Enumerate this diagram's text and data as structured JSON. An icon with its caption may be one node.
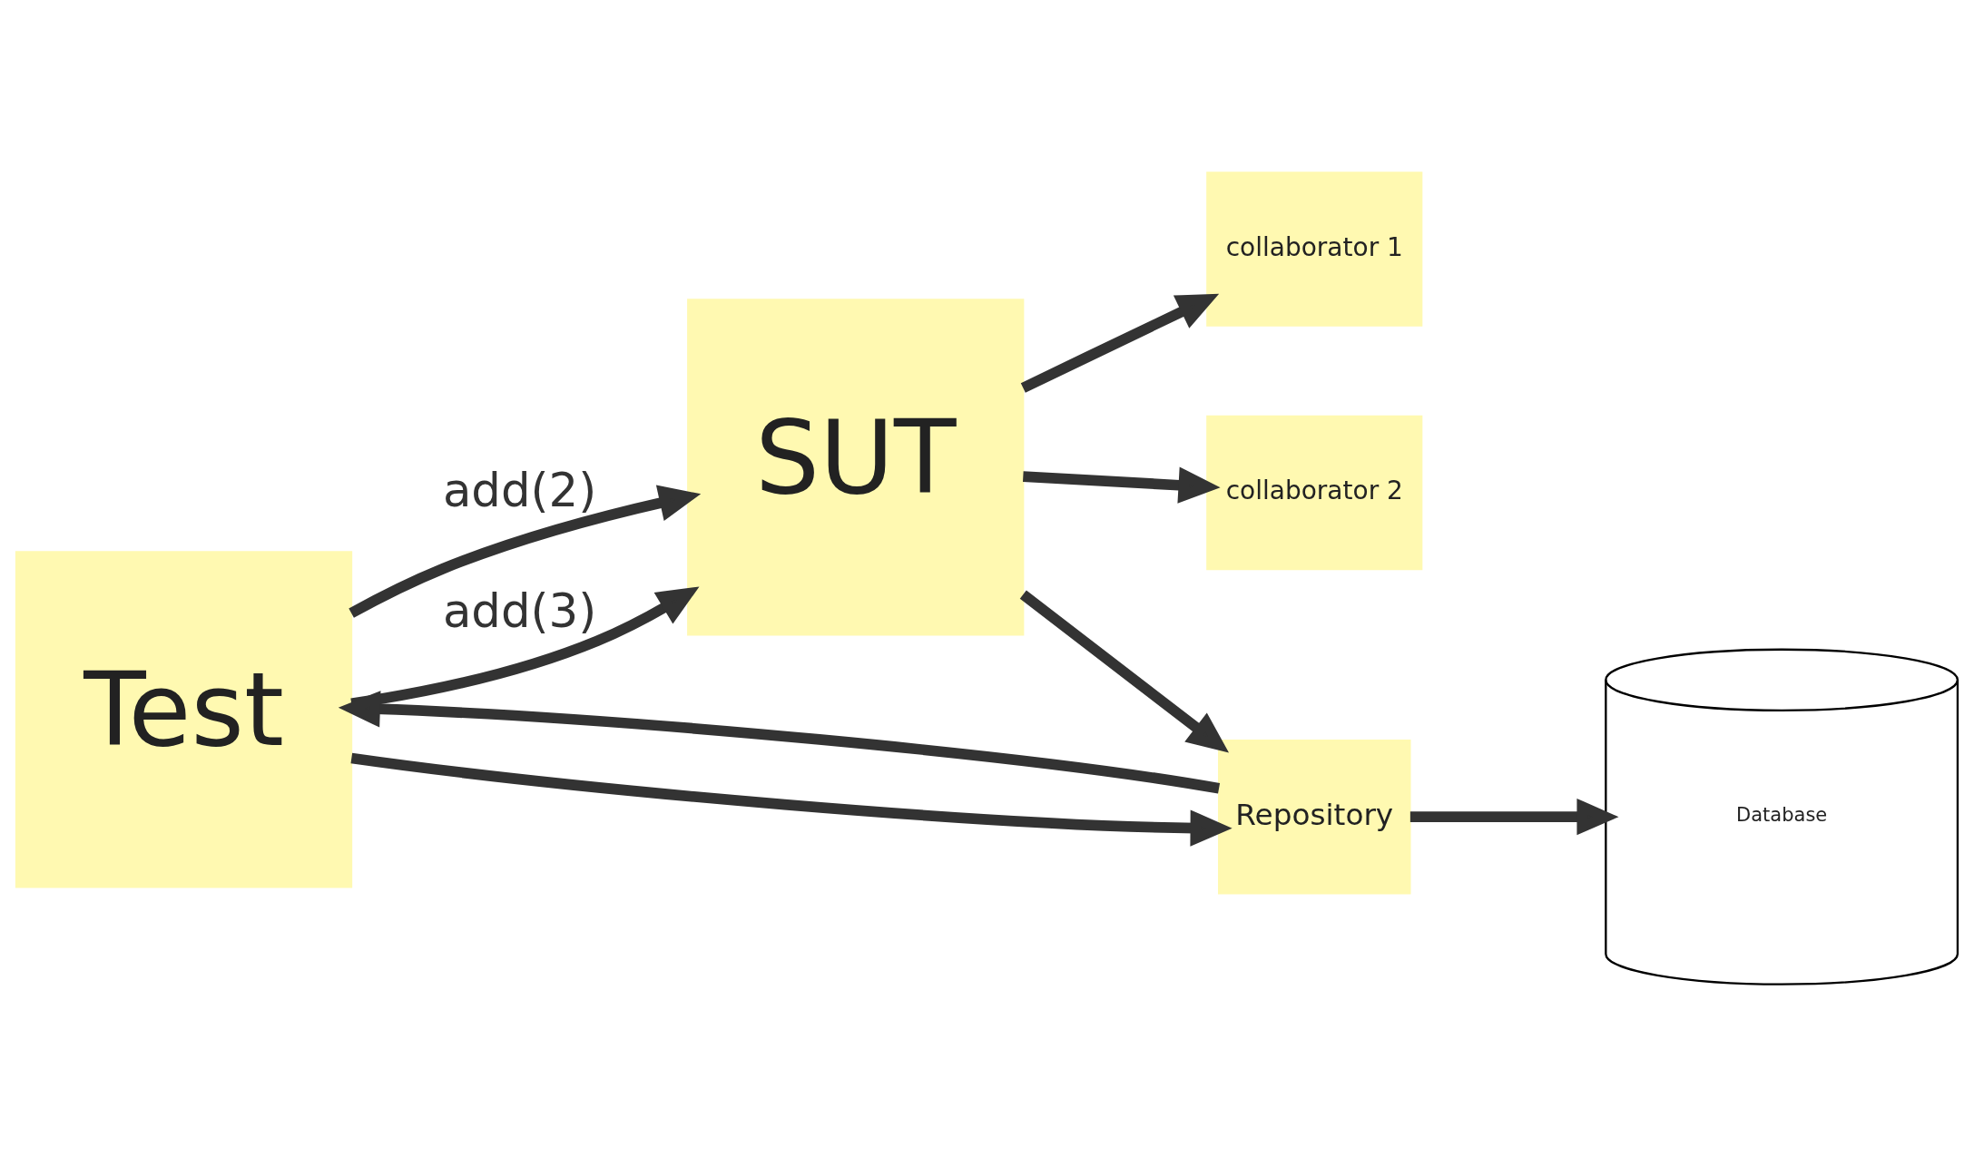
{
  "diagram": {
    "nodes": [
      {
        "text": [
          "Test"
        ]
      },
      {
        "text": [
          "SUT"
        ]
      },
      {
        "text": [
          "collaborator 1"
        ]
      },
      {
        "text": [
          "collaborator 2"
        ]
      },
      {
        "text": [
          "Repository"
        ]
      },
      {
        "text": [
          "Database"
        ]
      }
    ],
    "edges": [
      {
        "from": 0,
        "to": 1,
        "arrow": "to",
        "label": "add(2)"
      },
      {
        "from": 0,
        "to": 1,
        "arrow": "to",
        "label": "add(3)"
      },
      {
        "from": 1,
        "to": 2,
        "arrow": "to"
      },
      {
        "from": 1,
        "to": 3,
        "arrow": "to"
      },
      {
        "from": 1,
        "to": 4,
        "arrow": "to"
      },
      {
        "from": 4,
        "to": 5,
        "arrow": "to"
      },
      {
        "from": 0,
        "to": 4,
        "arrow": "to"
      },
      {
        "from": 4,
        "to": 0,
        "arrow": "to"
      }
    ]
  }
}
